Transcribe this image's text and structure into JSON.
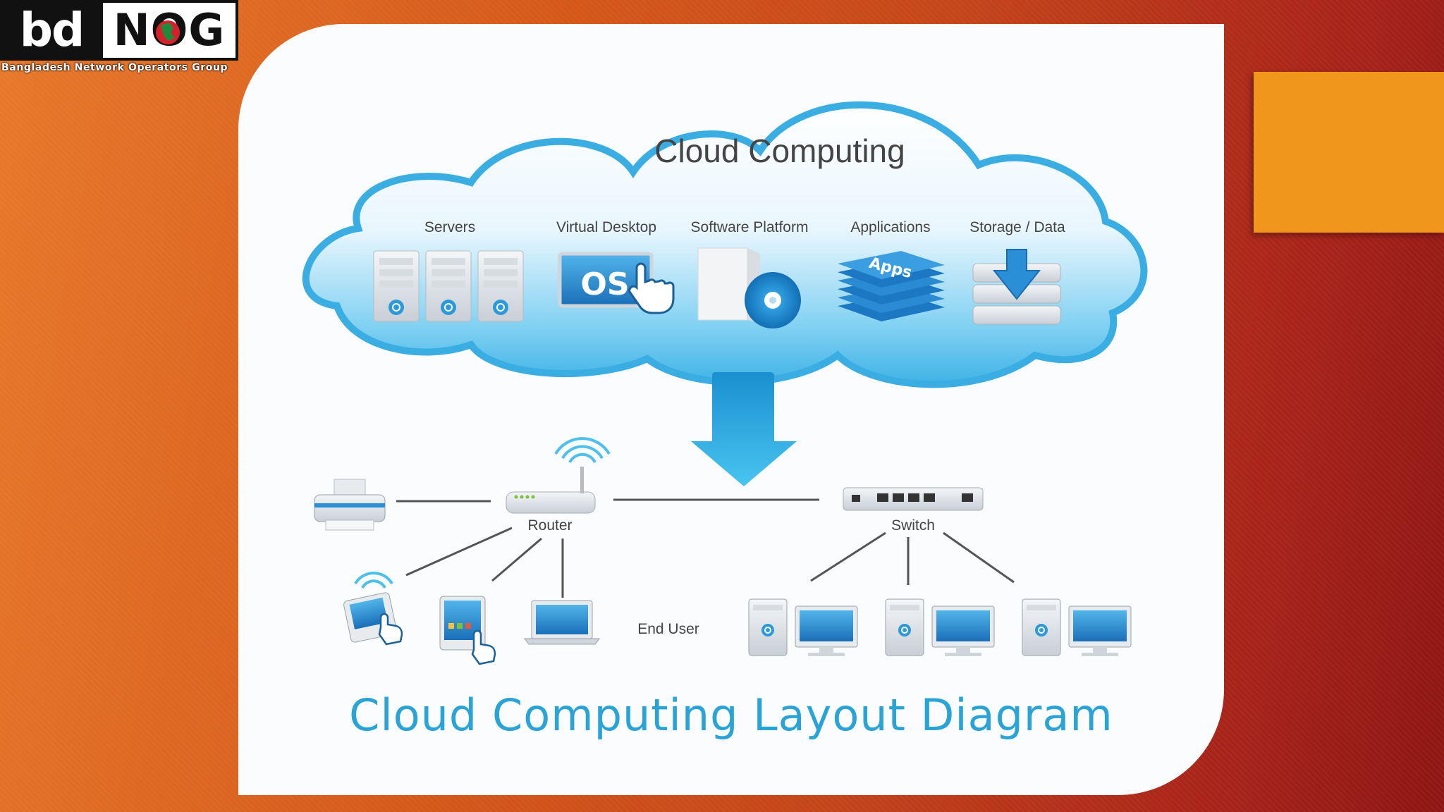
{
  "logo": {
    "left_text": "bd",
    "right_text": "NOG",
    "subtitle": "Bangladesh Network Operators Group"
  },
  "diagram": {
    "cloud_title": "Cloud Computing",
    "cloud_items": [
      {
        "label": "Servers",
        "icon": "server-stack-icon"
      },
      {
        "label": "Virtual Desktop",
        "icon": "os-screen-icon",
        "icon_text": "OS"
      },
      {
        "label": "Software Platform",
        "icon": "software-box-disc-icon"
      },
      {
        "label": "Applications",
        "icon": "apps-stack-icon",
        "icon_text": "Apps"
      },
      {
        "label": "Storage / Data",
        "icon": "storage-download-icon"
      }
    ],
    "router_label": "Router",
    "switch_label": "Switch",
    "end_user_label": "End User",
    "title": "Cloud Computing Layout Diagram"
  },
  "colors": {
    "accent_blue": "#2aa3d6",
    "cloud_blue": "#5bc1ef",
    "orange_block": "#f0961a"
  }
}
